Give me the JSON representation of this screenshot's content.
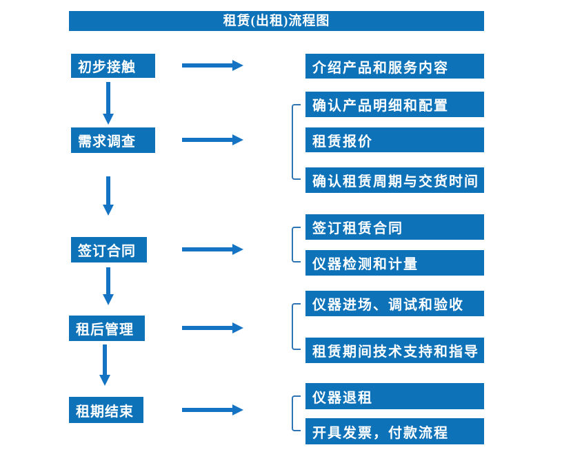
{
  "title": "租赁(出租)流程图",
  "colors": {
    "box_blue": "#0e72b8",
    "arrow_blue": "#1573c4",
    "bracket_blue": "#2e74b5",
    "text_white": "#ffffff",
    "background": "#ffffff"
  },
  "steps": [
    {
      "label": "初步接触"
    },
    {
      "label": "需求调查"
    },
    {
      "label": "签订合同"
    },
    {
      "label": "租后管理"
    },
    {
      "label": "租期结束"
    }
  ],
  "details": [
    {
      "label": "介绍产品和服务内容"
    },
    {
      "label": "确认产品明细和配置"
    },
    {
      "label": "租赁报价"
    },
    {
      "label": "确认租赁周期与交货时间"
    },
    {
      "label": "签订租赁合同"
    },
    {
      "label": "仪器检测和计量"
    },
    {
      "label": "仪器进场、调试和验收"
    },
    {
      "label": "租赁期间技术支持和指导"
    },
    {
      "label": "仪器退租"
    },
    {
      "label": "开具发票，付款流程"
    }
  ]
}
